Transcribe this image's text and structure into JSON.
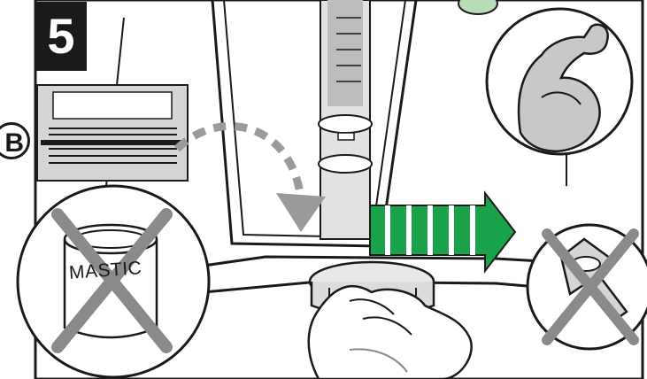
{
  "step": {
    "number": "5"
  },
  "inset_detail": {
    "label": "B"
  },
  "mastic_panel": {
    "can_text": "MASTIC",
    "status": "not-allowed"
  },
  "wrench_panel": {
    "status": "not-allowed"
  },
  "strength_panel": {
    "icon": "flexed-arm-icon"
  },
  "turn_arrow": {
    "color": "#1aa34a",
    "direction": "clockwise"
  },
  "colors": {
    "prohibited_x": "#8a8a8a",
    "line": "#1a1a1a",
    "shade": "#c8c8c8"
  }
}
